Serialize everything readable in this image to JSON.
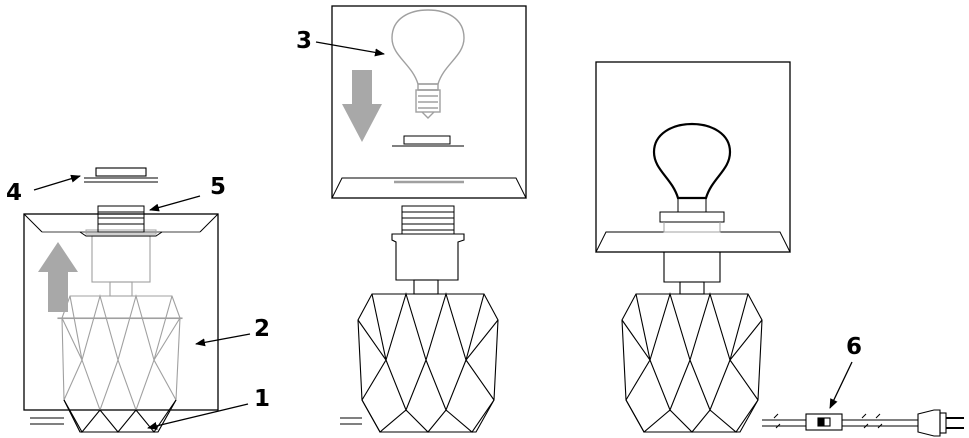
{
  "callouts": {
    "c1": "1",
    "c2": "2",
    "c3": "3",
    "c4": "4",
    "c5": "5",
    "c6": "6"
  },
  "colors": {
    "line": "#000000",
    "ghost": "#a0a0a0",
    "arrow_gray": "#a8a8a8",
    "background": "#ffffff"
  },
  "steps": [
    "step-1-assemble-shade",
    "step-2-insert-bulb",
    "step-3-assembled-lamp"
  ]
}
